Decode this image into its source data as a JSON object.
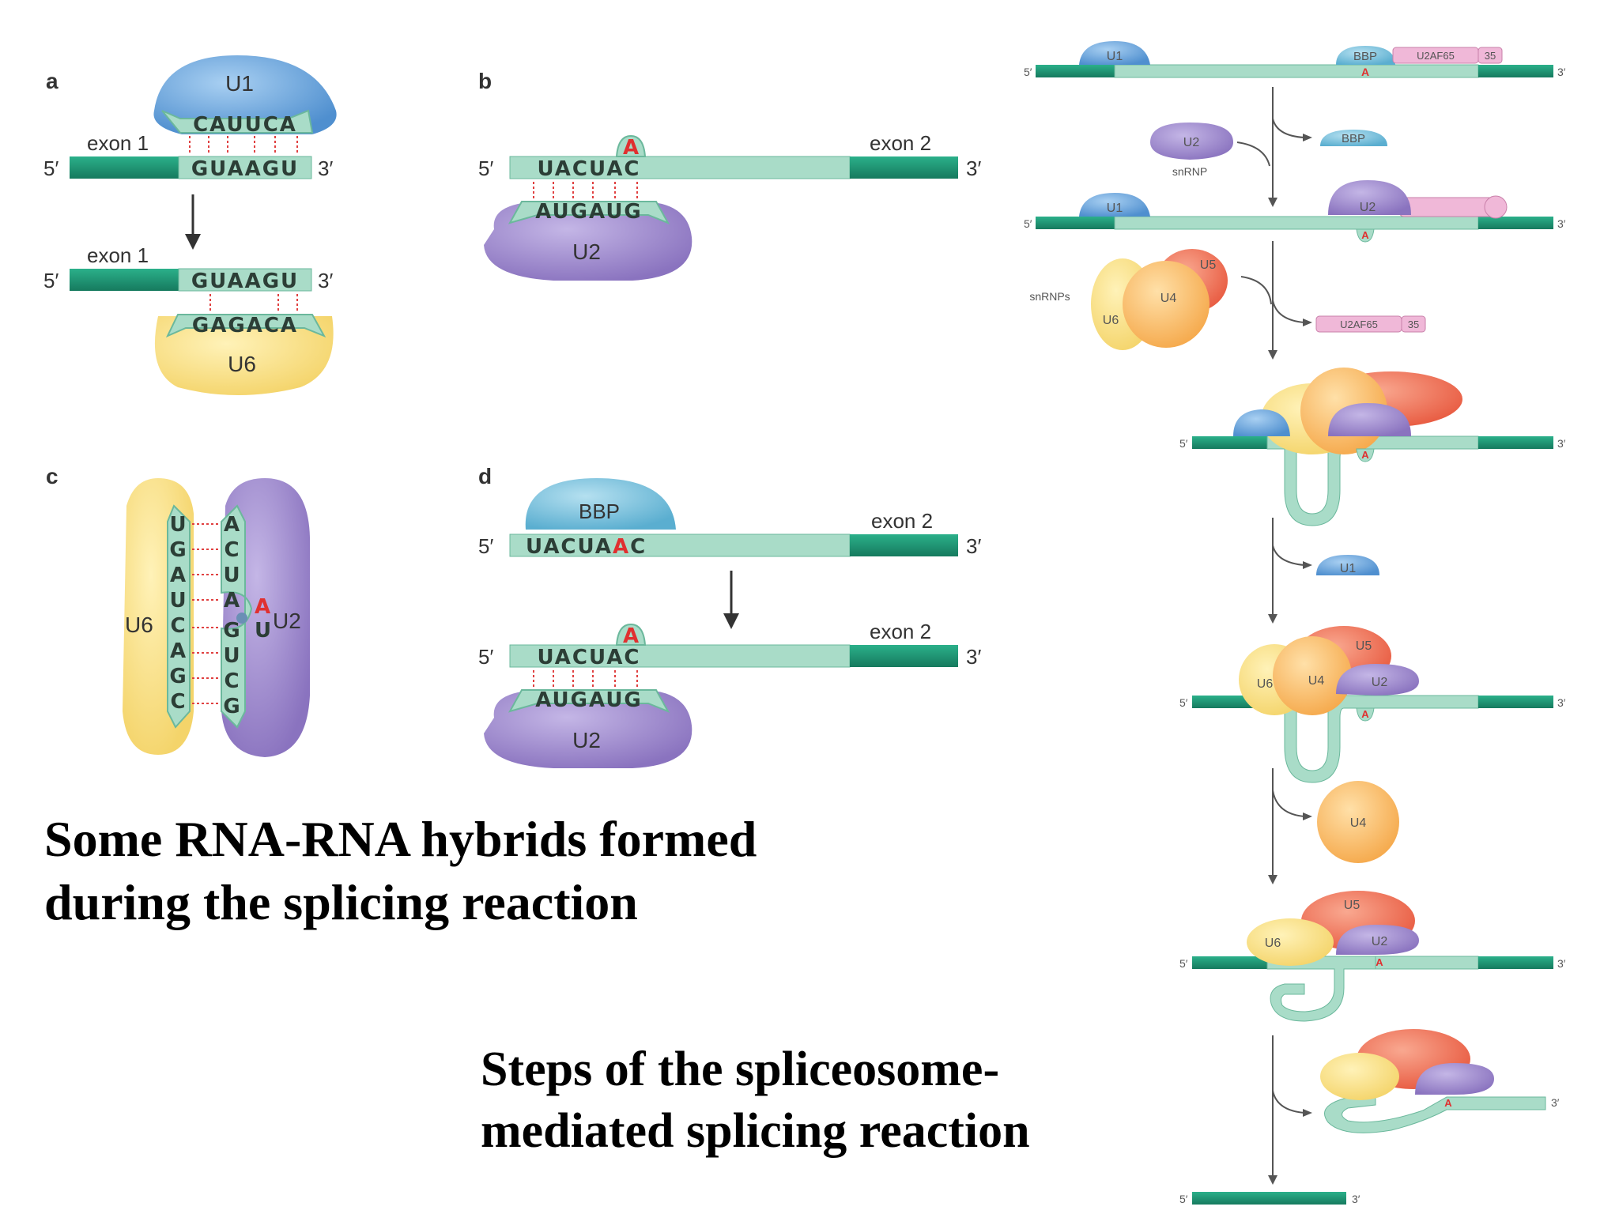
{
  "panels": {
    "a": {
      "label": "a",
      "exon": "exon 1",
      "five": "5′",
      "three": "3′",
      "u1": "U1",
      "u6": "U6",
      "u1_seq": "CAUUCA",
      "seq": "GUAAGU",
      "u6_seq": "GAGACA"
    },
    "b": {
      "label": "b",
      "exon": "exon 2",
      "five": "5′",
      "three": "3′",
      "u2": "U2",
      "seq": "UACUAC",
      "bulge": "A",
      "u2_seq": "AUGAUG"
    },
    "c": {
      "label": "c",
      "u6": "U6",
      "u2": "U2",
      "left_seq": [
        "U",
        "G",
        "A",
        "U",
        "C",
        "A",
        "G",
        "C"
      ],
      "right_seq": [
        "A",
        "C",
        "U",
        "A",
        "G",
        "U",
        "C",
        "G"
      ],
      "bulge": "A",
      "right_u": "U"
    },
    "d": {
      "label": "d",
      "bbp": "BBP",
      "exon": "exon 2",
      "five": "5′",
      "three": "3′",
      "u2": "U2",
      "seq_pre": "UACUA",
      "seq_a": "A",
      "seq_post": "C",
      "seq2": "UACUAC",
      "bulge": "A",
      "u2_seq": "AUGAUG"
    }
  },
  "steps": {
    "five": "5′",
    "three": "3′",
    "a": "A",
    "u1": "U1",
    "u2": "U2",
    "u4": "U4",
    "u5": "U5",
    "u6": "U6",
    "bbp": "BBP",
    "u2af65": "U2AF65",
    "u2af35": "35",
    "snrnp": "snRNP",
    "snrnps": "snRNPs"
  },
  "captions": {
    "left": [
      "Some RNA-RNA hybrids formed",
      "during the splicing reaction"
    ],
    "right": [
      "Steps of the spliceosome-",
      "mediated splicing reaction"
    ]
  },
  "colors": {
    "exon": "#1f9a78",
    "intron": "#a9dcc8",
    "u1": "#5b9bd5",
    "u2": "#9b86c9",
    "u4": "#f7b85a",
    "u5": "#ef7055",
    "u6": "#f7dc7a",
    "bbp": "#6db7d6",
    "u2af": "#f0b8d8",
    "adenosine": "#e03030"
  }
}
